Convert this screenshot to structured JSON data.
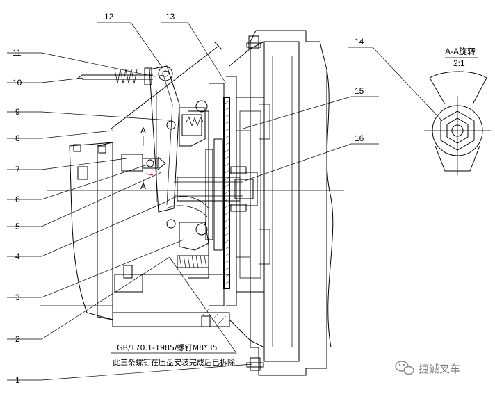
{
  "callouts": [
    "1",
    "2",
    "3",
    "4",
    "5",
    "6",
    "7",
    "8",
    "9",
    "10",
    "11",
    "12",
    "13",
    "14",
    "15",
    "16"
  ],
  "section_title": "A-A旋转",
  "section_scale": "2:1",
  "section_mark": "A",
  "note_line1": "GB/T70.1-1985/螺钉M8*35",
  "note_line2": "此三条螺钉在压盘安装完成后已拆除",
  "watermark": "捷诚叉车"
}
